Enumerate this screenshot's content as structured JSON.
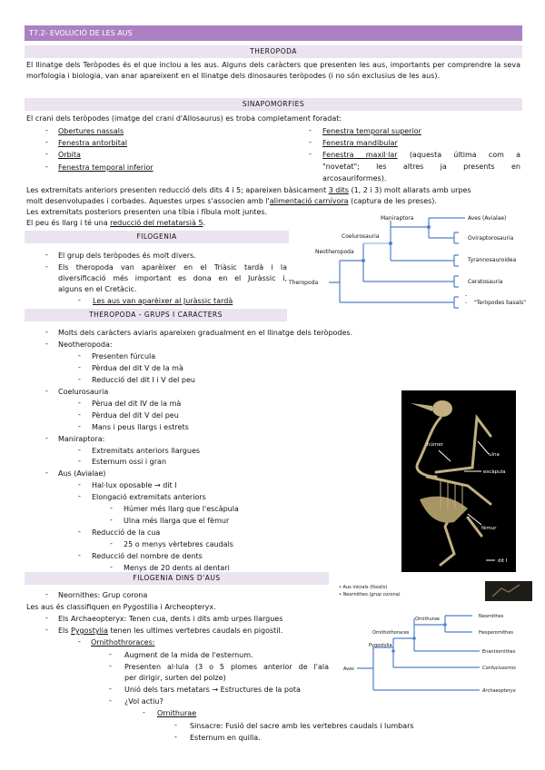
{
  "title": "T7.2- EVOLUCIÓ DE LES AUS",
  "sections": {
    "theropoda": "THEROPODA",
    "sinapomorfies": "SINAPOMORFIES",
    "filogenia": "FILOGENIA",
    "grups": "THEROPODA - GRUPS I CARACTERS",
    "filogenia_aus": "FILOGENIA DINS D'AUS"
  },
  "intro": "El llinatge dels Teròpodes és el que inclou a les aus. Alguns dels caràcters que presenten les aus, importants per comprendre la seva morfologia i biologia, van anar apareixent en el llinatge dels dinosaures teròpodes (i no són exclusius de les aus).",
  "crani": {
    "intro": "El crani dels teròpodes (imatge del crani d'Allosaurus) es troba completament foradat:",
    "left": [
      "Obertures nassals",
      "Fenestra antorbital",
      "Òrbita",
      "Fenestra temporal inferior"
    ],
    "right": [
      "Fenestra temporal superior",
      "Fenestra mandibular",
      "Fenestra maxil·lar"
    ],
    "right_note_1": "(aquesta última com a",
    "right_note_2": "\"novetat\"; les altres ja presents en",
    "right_note_3": "arcosauriformes)."
  },
  "extremitats": {
    "l1a": "Les extremitats anteriors presenten reducció dels dits 4 i 5; apareixen bàsicament ",
    "l1u": "3 dits",
    "l1b": " (1, 2 i 3) molt allarats amb urpes",
    "l2a": "molt desenvolupades i corbades. Aquestes urpes s'associen amb l'",
    "l2u": "alimentació carnívora",
    "l2b": " (captura de les preses).",
    "l3": "Les extremitats posteriors presenten una tíbia i fíbula molt juntes.",
    "l4a": "El peu és llarg i té una ",
    "l4u": "reducció del metatarsià 5",
    "l4b": "."
  },
  "filogenia": {
    "i1": "El grup dels teròpodes és molt divers.",
    "i2a": "Els theropoda van aparèixer en el Triàsic tardà i la",
    "i2b": "diversificació més important es dona en el Juràssic i,",
    "i2c": "alguns en el Cretàcic.",
    "i3": "Les aus van aparèixer al Juràssic tardà"
  },
  "grups": [
    {
      "level": 1,
      "text": "Molts dels caràcters aviaris apareixen gradualment en el llinatge dels teròpodes."
    },
    {
      "level": 1,
      "text": "Neotheropoda:"
    },
    {
      "level": 2,
      "text": "Presenten fúrcula"
    },
    {
      "level": 2,
      "text": "Pèrdua del dit V de la mà"
    },
    {
      "level": 2,
      "text": "Reducció del dit I i V del peu"
    },
    {
      "level": 1,
      "text": "Coelurosauria"
    },
    {
      "level": 2,
      "text": "Pèrua del dit IV de la mà"
    },
    {
      "level": 2,
      "text": "Pèrdua del dit V del peu"
    },
    {
      "level": 2,
      "text": "Mans i peus llargs i estrets"
    },
    {
      "level": 1,
      "text": "Maniraptora:"
    },
    {
      "level": 2,
      "text": "Extremitats anteriors llargues"
    },
    {
      "level": 2,
      "text": "Esternum ossi i gran"
    },
    {
      "level": 1,
      "text": "Aus (Avialae)"
    },
    {
      "level": 2,
      "text": "Hal·lux oposable → dit I"
    },
    {
      "level": 2,
      "text": "Elongació extremitats anteriors"
    },
    {
      "level": 3,
      "text": "Húmer més llarg que l'escàpula"
    },
    {
      "level": 3,
      "text": "Ulna més llarga que el fèmur"
    },
    {
      "level": 2,
      "text": "Reducció de la cua"
    },
    {
      "level": 3,
      "text": "25 o menys vèrtebres caudals"
    },
    {
      "level": 2,
      "text": "Reducció del nombre de dents"
    },
    {
      "level": 3,
      "text": "Menys de 20 dents al dentari"
    }
  ],
  "aus": {
    "neornithes": "Neornithes: Grup corona",
    "classif": "Les aus és classifiquen en Pygostilia i Archeopteryx.",
    "archaeo": "Els Archaeopteryx: Tenen cua, dents i dits amb urpes llargues",
    "pygo_a": "Els ",
    "pygo_u": "Pygostylia",
    "pygo_b": " tenen les ultimes vertebres caudals en pigostil.",
    "ornithothoraces": "Ornithothroraces:",
    "o1": "Augment de la mida de l'esternum.",
    "o2a": "Presenten al·lula (3 o 5 plomes anterior de l'ala",
    "o2b": "per dirigir, surten del polze)",
    "o3": "Unió dels tars metatars → Estructures de la pota",
    "o4": "¿Vol actiu?",
    "ornithurae": "Ornithurae",
    "u1": "Sinsacre: Fusió del sacre amb les vertebres caudals i lumbars",
    "u2": "Esternum en quilla."
  },
  "cladogram_theropoda": {
    "theropoda": "Theropoda",
    "neotheropoda": "Neotheropoda",
    "coelurosauria": "Coelurosauria",
    "maniraptora": "Maniraptora",
    "aves": "Aves (Avialae)",
    "oviraptorosauria": "Oviraptorosauria",
    "tyrannosauroidea": "Tyrannosauroidea",
    "ceratosauria": "Ceratosauria",
    "basals": "\"Teròpodes basals\"",
    "line_color": "#4f81c7"
  },
  "skeleton_labels": {
    "humer": "húmer",
    "ulna": "ulna",
    "escapula": "escàpula",
    "femur": "fèmur",
    "dit": "dit I"
  },
  "aus_notes": [
    "Aus inicials (fòssils)",
    "Neornithes (grup corona)"
  ],
  "cladogram_aus": {
    "aves": "Aves",
    "pygostylia": "Pygostylia",
    "ornithothoraces": "Ornithothoraces",
    "ornithurae": "Ornithurae",
    "neornithes": "Neornithes",
    "hesperornithes": "Hesperornithes",
    "enantiornithes": "Enantiornithes",
    "confuciusornis": "Confuciusornis",
    "archaeopteryx": "Archaeopteryx"
  },
  "colors": {
    "title_bar": "#ac80c2",
    "band": "#ebe3ef",
    "tree": "#4f81c7"
  }
}
